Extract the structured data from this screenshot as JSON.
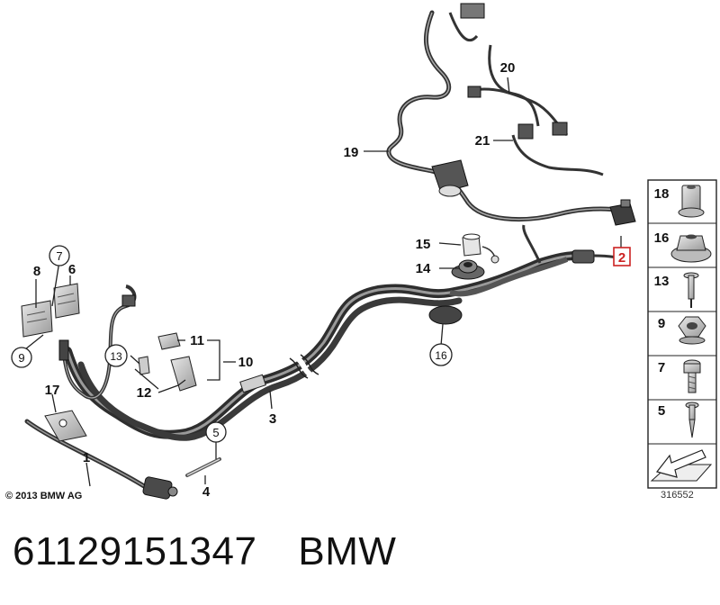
{
  "diagram": {
    "copyright": "© 2013 BMW AG",
    "image_number": "316552",
    "highlighted_callout": "2",
    "callouts": {
      "c1": "1",
      "c2": "2",
      "c3": "3",
      "c4": "4",
      "c5": "5",
      "c6": "6",
      "c7": "7",
      "c8": "8",
      "c9": "9",
      "c10": "10",
      "c11": "11",
      "c12": "12",
      "c13": "13",
      "c14": "14",
      "c15": "15",
      "c16": "16",
      "c17": "17",
      "c19": "19",
      "c20": "20",
      "c21": "21"
    },
    "sidebar": [
      {
        "label": "18",
        "icon": "pipe-nut-icon"
      },
      {
        "label": "16",
        "icon": "collar-nut-icon"
      },
      {
        "label": "13",
        "icon": "blind-rivet-icon"
      },
      {
        "label": "9",
        "icon": "lock-nut-icon"
      },
      {
        "label": "7",
        "icon": "torx-bolt-icon"
      },
      {
        "label": "5",
        "icon": "stud-pin-icon"
      },
      {
        "label": "",
        "icon": "arrow-plate-icon"
      }
    ],
    "colors": {
      "highlight": "#cc2222",
      "cable": "#3a3a3a",
      "line": "#222222"
    }
  },
  "footer": {
    "part_number": "61129151347",
    "brand": "BMW"
  }
}
